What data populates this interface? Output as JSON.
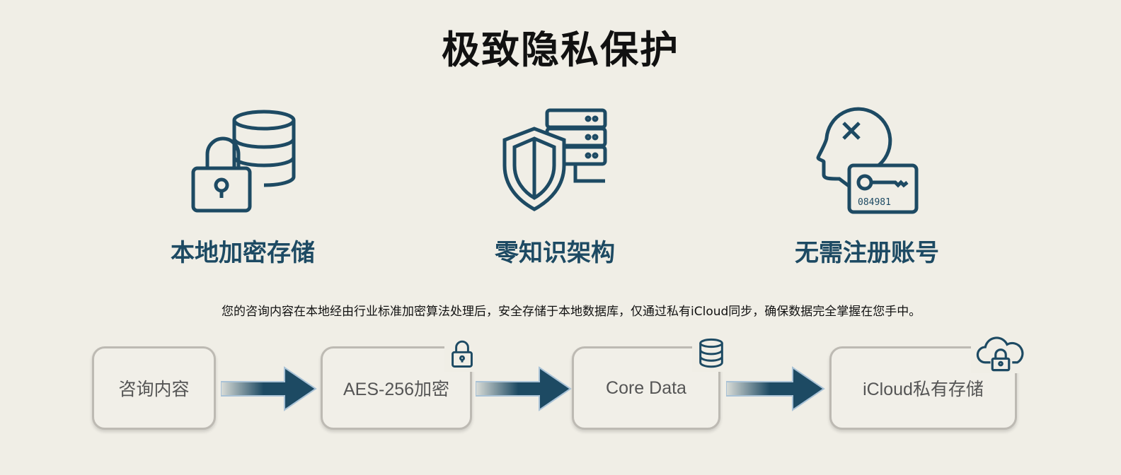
{
  "title": "极致隐私保护",
  "features": [
    {
      "label": "本地加密存储",
      "icon": "lock-database-icon"
    },
    {
      "label": "零知识架构",
      "icon": "shield-server-icon"
    },
    {
      "label": "无需注册账号",
      "icon": "head-key-card-icon",
      "card_code": "084981"
    }
  ],
  "description": "您的咨询内容在本地经由行业标准加密算法处理后，安全存储于本地数据库，仅通过私有iCloud同步，确保数据完全掌握在您手中。",
  "flow": [
    {
      "label": "咨询内容"
    },
    {
      "label": "AES-256加密",
      "badge": "lock-icon"
    },
    {
      "label": "Core Data",
      "badge": "database-icon"
    },
    {
      "label": "iCloud私有存储",
      "badge": "cloud-lock-icon"
    }
  ],
  "colors": {
    "accent": "#1d4a63",
    "background": "#f0eee6"
  }
}
